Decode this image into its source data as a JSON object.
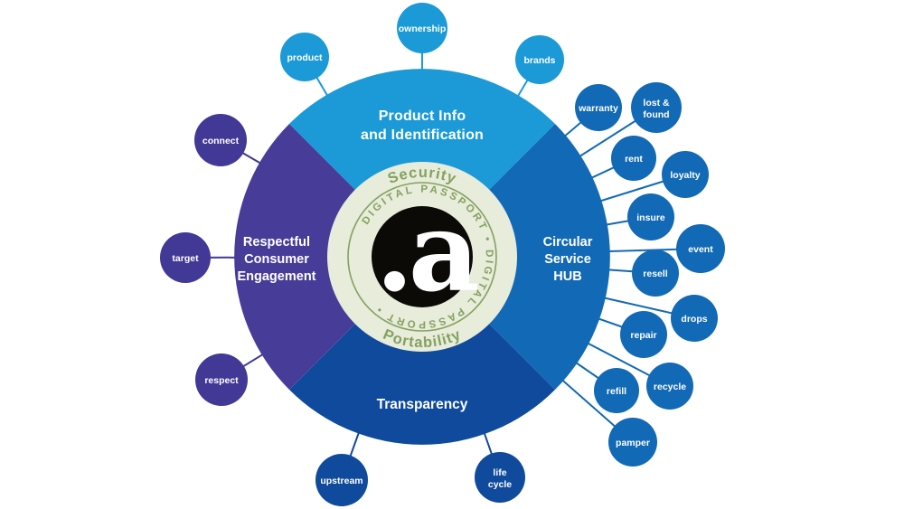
{
  "colors": {
    "quadrant_top": "#1b9ad7",
    "quadrant_right": "#1269b5",
    "quadrant_bottom": "#0f4a9c",
    "quadrant_left": "#473d99",
    "satellite_top": "#1b9ad7",
    "satellite_right": "#1269b5",
    "satellite_bottom": "#0f4a9c",
    "satellite_left": "#423896",
    "inner_disc": "#e7ecdb",
    "stamp_green": "#85a15f",
    "logo_bg": "#0c0a07"
  },
  "center": {
    "logo_text": ".a",
    "ring_text": "DIGITAL PASSPORT  •  DIGITAL PASSPORT  •",
    "top_value": "Security",
    "bottom_value": "Portability"
  },
  "quadrants": {
    "top": {
      "line1": "Product Info",
      "line2": "and Identification"
    },
    "right": {
      "line1": "Circular",
      "line2": "Service",
      "line3": "HUB"
    },
    "bottom": {
      "line1": "Transparency"
    },
    "left": {
      "line1": "Respectful",
      "line2": "Consumer",
      "line3": "Engagement"
    }
  },
  "satellites_top": [
    {
      "label": "product"
    },
    {
      "label": "ownership"
    },
    {
      "label": "brands"
    }
  ],
  "satellites_right": [
    {
      "label": "warranty"
    },
    {
      "line1": "lost &",
      "line2": "found"
    },
    {
      "label": "rent"
    },
    {
      "label": "loyalty"
    },
    {
      "label": "insure"
    },
    {
      "label": "event"
    },
    {
      "label": "resell"
    },
    {
      "label": "drops"
    },
    {
      "label": "repair"
    },
    {
      "label": "recycle"
    },
    {
      "label": "refill"
    },
    {
      "label": "pamper"
    }
  ],
  "satellites_bottom": [
    {
      "label": "upstream"
    },
    {
      "line1": "life",
      "line2": "cycle"
    }
  ],
  "satellites_left": [
    {
      "label": "connect"
    },
    {
      "label": "target"
    },
    {
      "label": "respect"
    }
  ]
}
